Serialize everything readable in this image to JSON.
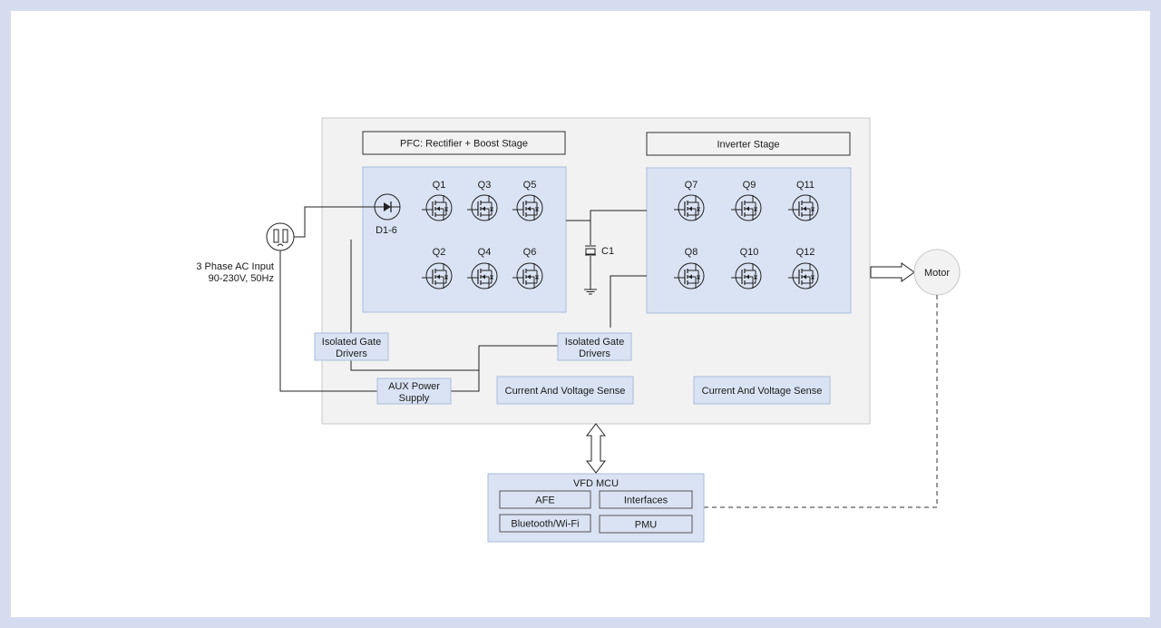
{
  "input": {
    "line1": "3 Phase AC Input",
    "line2": "90-230V, 50Hz"
  },
  "stages": {
    "pfc_title": "PFC: Rectifier + Boost Stage",
    "inverter_title": "Inverter Stage"
  },
  "diode_label": "D1-6",
  "pfc_switches": [
    "Q1",
    "Q3",
    "Q5",
    "Q2",
    "Q4",
    "Q6"
  ],
  "inverter_switches": [
    "Q7",
    "Q9",
    "Q11",
    "Q8",
    "Q10",
    "Q12"
  ],
  "capacitor_label": "C1",
  "gate_drivers": {
    "left": [
      "Isolated Gate",
      "Drivers"
    ],
    "right": [
      "Isolated Gate",
      "Drivers"
    ]
  },
  "aux_power": [
    "AUX Power",
    "Supply"
  ],
  "sense": {
    "left": "Current And Voltage Sense",
    "right": "Current And Voltage Sense"
  },
  "motor": "Motor",
  "mcu": {
    "title": "VFD MCU",
    "blocks": {
      "afe": "AFE",
      "interfaces": "Interfaces",
      "bt": "Bluetooth/Wi-Fi",
      "pmu": "PMU"
    }
  },
  "colors": {
    "page_bg": "#d6dcf0",
    "board_bg": "#f2f2f2",
    "block_fill": "#dae3f3",
    "block_stroke": "#a9bcdc",
    "line": "#222222"
  }
}
